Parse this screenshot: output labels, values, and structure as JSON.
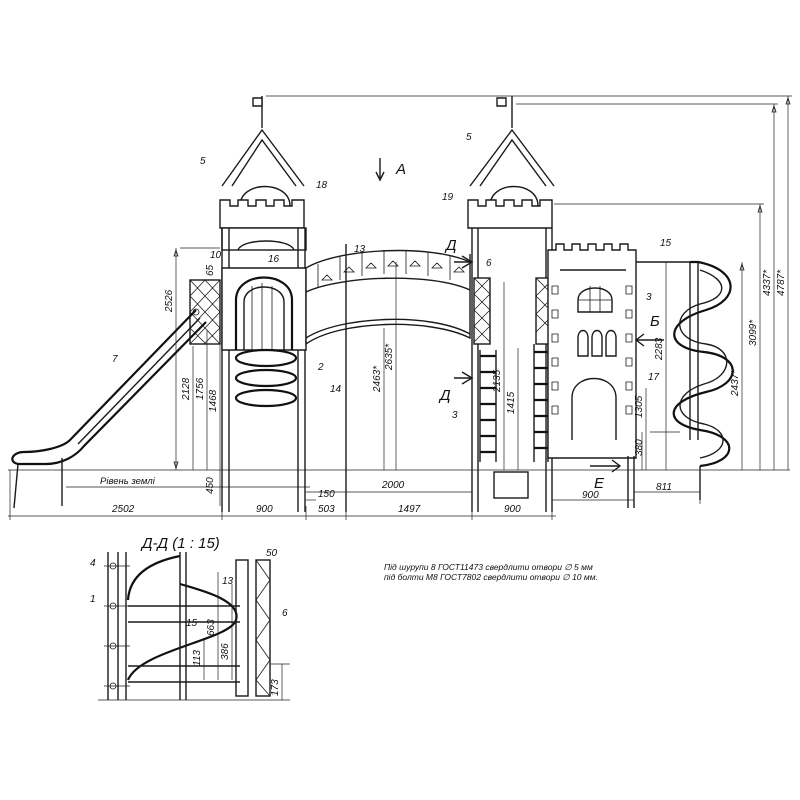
{
  "view_labels": {
    "arrow_a": "А",
    "arrow_b": "Б",
    "arrow_d_top": "Д",
    "arrow_d_bottom": "Д",
    "arrow_e": "Е",
    "section_title": "Д-Д (1 : 15)"
  },
  "ground_label": "Рівень землі",
  "notes": [
    "Під шурупи 8 ГОСТ11473 свердлити отвори ∅ 5 мм",
    "під болти М8 ГОСТ7802 свердлити отвори ∅ 10 мм."
  ],
  "part_numbers": {
    "p5_left": "5",
    "p5_right": "5",
    "p18": "18",
    "p19": "19",
    "p10": "10",
    "p65": "65",
    "p16": "16",
    "p13": "13",
    "p6": "6",
    "p15": "15",
    "p3_top": "3",
    "p7": "7",
    "p2": "2",
    "p14": "14",
    "p3_bottom": "3",
    "p17": "17"
  },
  "dimensions_vertical": {
    "d2526": "2526",
    "d2128": "2128",
    "d1756": "1756",
    "d1468": "1468",
    "d450": "450",
    "d2463": "2463*",
    "d2635": "2635*",
    "d2135": "2135",
    "d1415": "1415",
    "d2283": "2283",
    "d2437": "2437*",
    "d3099": "3099*",
    "d4337": "4337*",
    "d4787": "4787*",
    "d1305": "1305",
    "d380": "380"
  },
  "dimensions_horizontal": {
    "d2502": "2502",
    "d900a": "900",
    "d503": "503",
    "d1497": "1497",
    "d900b": "900",
    "d150": "150",
    "d2000": "2000",
    "d900c": "900",
    "d811": "811"
  },
  "section_dims": {
    "s4": "4",
    "s1": "1",
    "s50": "50",
    "s13": "13",
    "s15": "15",
    "s663": "663",
    "s386": "386",
    "s113": "113",
    "s173": "173",
    "s6": "6"
  }
}
